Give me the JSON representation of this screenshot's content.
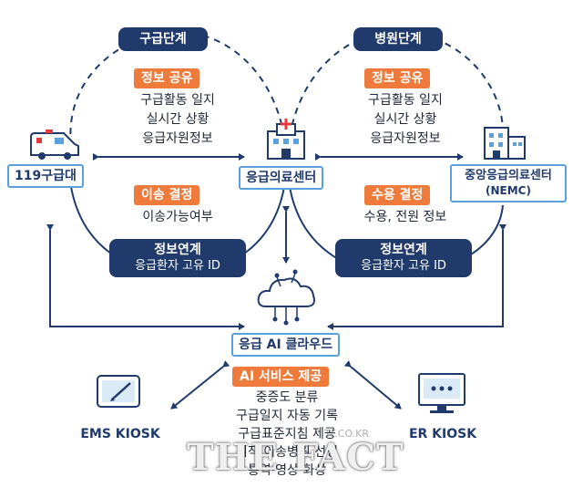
{
  "phases": {
    "left_title": "구급단계",
    "right_title": "병원단계"
  },
  "left_loop": {
    "share_tag": "정보 공유",
    "share_lines": [
      "구급활동 일지",
      "실시간 상황",
      "응급자원정보"
    ],
    "decision_tag": "이송 결정",
    "decision_line": "이송가능여부",
    "link_title": "정보연계",
    "link_sub": "응급환자 고유 ID"
  },
  "right_loop": {
    "share_tag": "정보 공유",
    "share_lines": [
      "구급활동 일지",
      "실시간 상황",
      "응급자원정보"
    ],
    "decision_tag": "수용 결정",
    "decision_line": "수용, 전원 정보",
    "link_title": "정보연계",
    "link_sub": "응급환자 고유 ID"
  },
  "nodes": {
    "ambulance": "119구급대",
    "center": "응급의료센터",
    "nemc_line1": "중앙응급의료센터",
    "nemc_line2": "(NEMC)",
    "cloud": "응급 AI 클라우드",
    "ems": "EMS KIOSK",
    "er": "ER KIOSK"
  },
  "ai_services": {
    "tag": "AI 서비스 제공",
    "lines": [
      "중증도 분류",
      "구급일지 자동 기록",
      "구급표준지침 제공",
      "최적 이송병원 선정",
      "통역·영상 화상"
    ]
  },
  "watermark": {
    "text": "THE FACT",
    "url": "TF.CO.KR"
  },
  "colors": {
    "navy": "#1f3a6b",
    "orange": "#ee7a3b",
    "line": "#1f3a6b",
    "icon_blue": "#5aa0dc"
  }
}
